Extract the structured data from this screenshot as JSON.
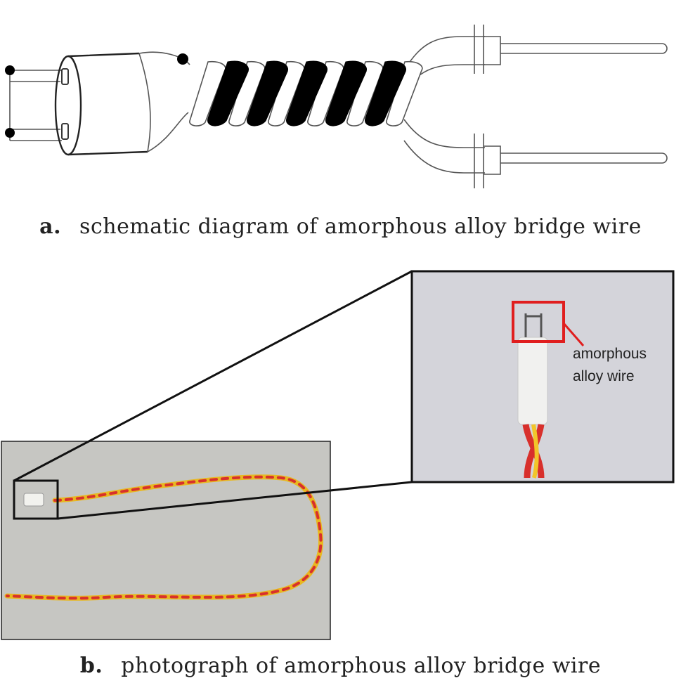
{
  "panel_a": {
    "letter": "a.",
    "caption": "schematic diagram of amorphous alloy bridge wire"
  },
  "panel_b": {
    "letter": "b.",
    "caption": "photograph of amorphous alloy bridge wire",
    "inset_label_line1": "amorphous",
    "inset_label_line2": "alloy wire"
  },
  "colors": {
    "wire_red": "#d8302c",
    "wire_yellow": "#f2c52a",
    "highlight_box": "#e01e1e",
    "photo_background": "#c8c8c4",
    "inset_background": "#d6d6dc"
  }
}
